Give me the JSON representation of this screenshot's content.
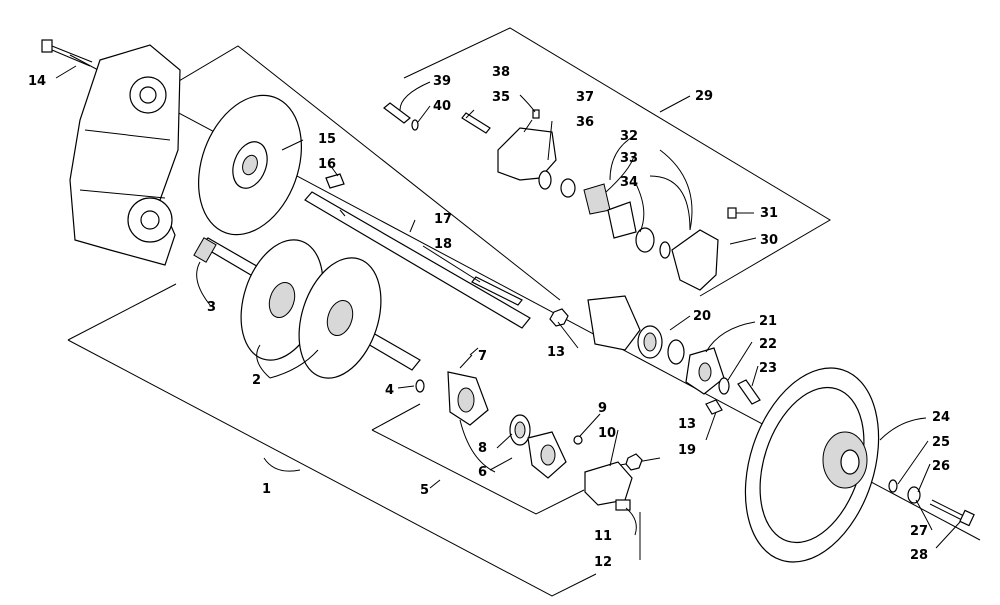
{
  "callouts": [
    "1",
    "2",
    "3",
    "4",
    "5",
    "6",
    "7",
    "8",
    "9",
    "10",
    "11",
    "12",
    "13",
    "13",
    "14",
    "15",
    "16",
    "17",
    "18",
    "19",
    "20",
    "21",
    "22",
    "23",
    "24",
    "25",
    "26",
    "27",
    "28",
    "29",
    "30",
    "31",
    "32",
    "33",
    "34",
    "35",
    "36",
    "37",
    "38",
    "39",
    "40"
  ]
}
